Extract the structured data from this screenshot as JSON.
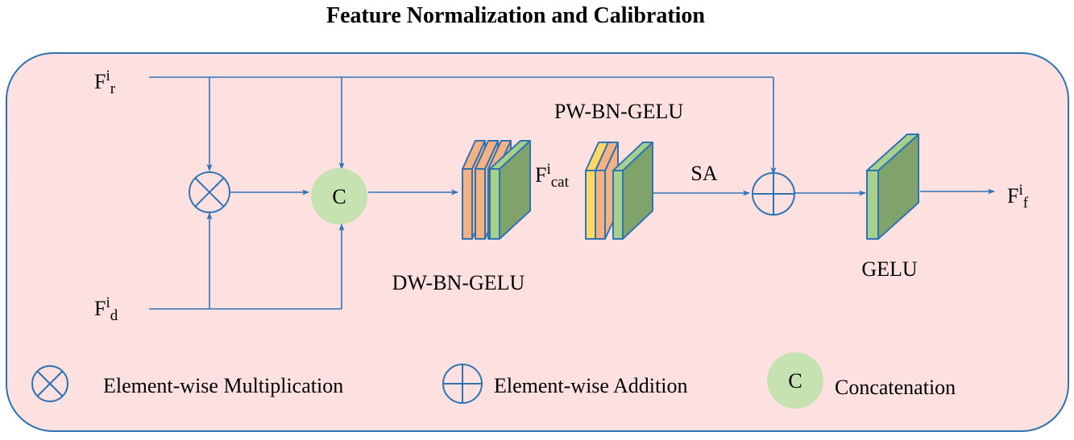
{
  "title": "Feature Normalization and Calibration",
  "colors": {
    "panel_fill": "#fde0e0",
    "panel_stroke": "#2e74b5",
    "line": "#2e74b5",
    "concat_fill": "#c6e2b0",
    "green_dark": "#7fa36a",
    "green_light": "#a8d08d",
    "orange": "#f4b183",
    "yellow": "#ffd966"
  },
  "inputs": {
    "fr": {
      "base": "F",
      "sup": "i",
      "sub": "r"
    },
    "fd": {
      "base": "F",
      "sup": "i",
      "sub": "d"
    }
  },
  "nodes": {
    "concat_symbol": "C",
    "fcat": {
      "base": "F",
      "sup": "i",
      "sub": "cat"
    },
    "pw_label": "PW-BN-GELU",
    "dw_label": "DW-BN-GELU",
    "sa_label": "SA",
    "gelu_label": "GELU",
    "output": {
      "base": "F",
      "sup": "i",
      "sub": "f"
    }
  },
  "legend": {
    "multiplication": "Element-wise Multiplication",
    "addition": "Element-wise Addition",
    "concat_symbol": "C",
    "concatenation": "Concatenation"
  }
}
